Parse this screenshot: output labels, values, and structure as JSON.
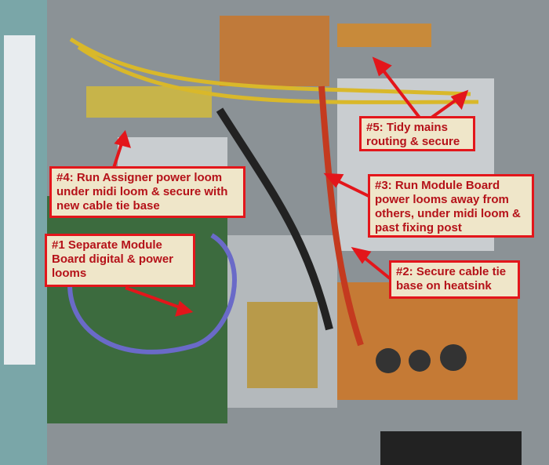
{
  "annotations": [
    {
      "id": "5",
      "text": "#5: Tidy mains routing & secure"
    },
    {
      "id": "4",
      "text": "#4: Run Assigner power loom under midi loom & secure with new cable tie base"
    },
    {
      "id": "3",
      "text": "#3: Run Module Board power looms away from others, under midi loom & past fixing post"
    },
    {
      "id": "1",
      "text": "#1 Separate Module Board digital & power looms"
    },
    {
      "id": "2",
      "text": "#2: Secure cable tie base on heatsink"
    }
  ],
  "colors": {
    "label_border": "#e3161b",
    "label_text": "#b51219",
    "label_bg": "#efe6c9",
    "arrow": "#e3161b"
  }
}
